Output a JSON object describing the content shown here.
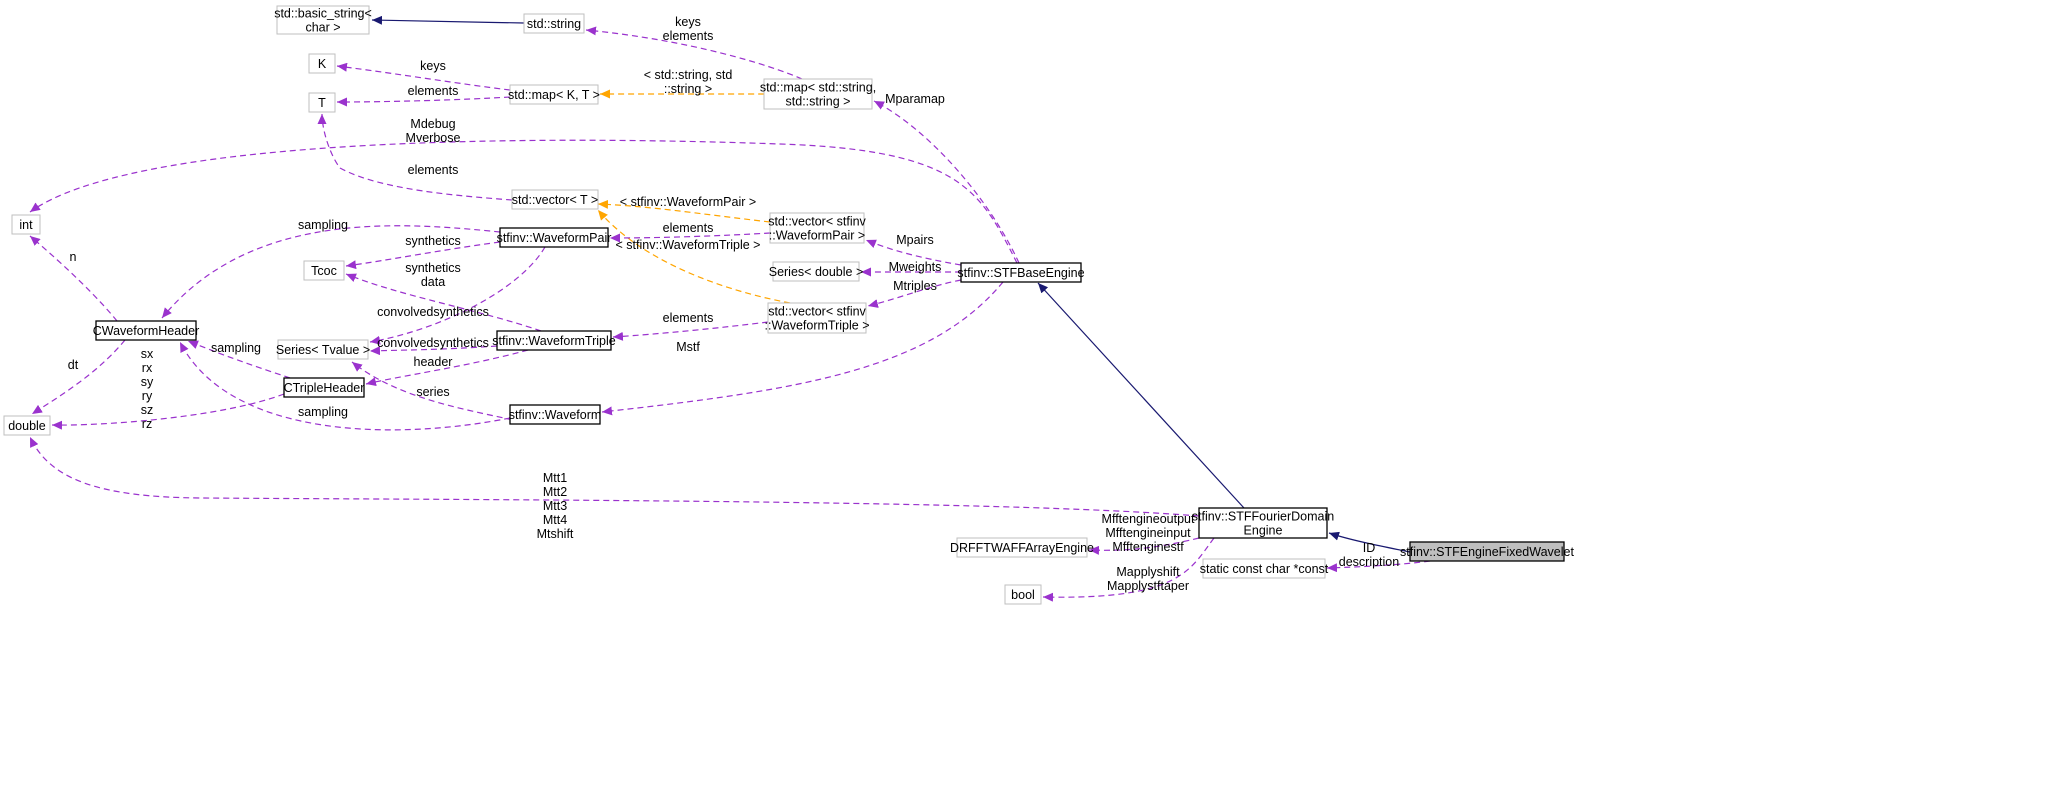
{
  "colors": {
    "inheritance": "#191970",
    "usage": "#9a32cd",
    "template": "#ffa500",
    "gray_border": "#bfbfbf",
    "focus_fill": "#bfbfbf"
  },
  "nodes": [
    {
      "id": "basic_string",
      "label": [
        "std::basic_string<",
        "char >"
      ],
      "style": "gray"
    },
    {
      "id": "std_string",
      "label": [
        "std::string"
      ],
      "style": "gray"
    },
    {
      "id": "K",
      "label": [
        "K"
      ],
      "style": "gray"
    },
    {
      "id": "T",
      "label": [
        "T"
      ],
      "style": "gray"
    },
    {
      "id": "map_KT",
      "label": [
        "std::map< K, T >"
      ],
      "style": "gray"
    },
    {
      "id": "map_string",
      "label": [
        "std::map< std::string,",
        "std::string >"
      ],
      "style": "gray"
    },
    {
      "id": "int",
      "label": [
        "int"
      ],
      "style": "gray"
    },
    {
      "id": "vector_T",
      "label": [
        "std::vector< T >"
      ],
      "style": "gray"
    },
    {
      "id": "vector_pair",
      "label": [
        "std::vector< stfinv",
        "::WaveformPair >"
      ],
      "style": "gray"
    },
    {
      "id": "waveform_pair",
      "label": [
        "stfinv::WaveformPair"
      ],
      "style": "black"
    },
    {
      "id": "tcoc",
      "label": [
        "Tcoc"
      ],
      "style": "gray"
    },
    {
      "id": "series_double",
      "label": [
        "Series< double >"
      ],
      "style": "gray"
    },
    {
      "id": "base_engine",
      "label": [
        "stfinv::STFBaseEngine"
      ],
      "style": "black"
    },
    {
      "id": "cwaveform_header",
      "label": [
        "CWaveformHeader"
      ],
      "style": "black"
    },
    {
      "id": "vector_triple",
      "label": [
        "std::vector< stfinv",
        "::WaveformTriple >"
      ],
      "style": "gray"
    },
    {
      "id": "series_tvalue",
      "label": [
        "Series< Tvalue >"
      ],
      "style": "gray"
    },
    {
      "id": "waveform_triple",
      "label": [
        "stfinv::WaveformTriple"
      ],
      "style": "black"
    },
    {
      "id": "ctriple_header",
      "label": [
        "CTripleHeader"
      ],
      "style": "black"
    },
    {
      "id": "double",
      "label": [
        "double"
      ],
      "style": "gray"
    },
    {
      "id": "waveform",
      "label": [
        "stfinv::Waveform"
      ],
      "style": "black"
    },
    {
      "id": "fourier_engine",
      "label": [
        "stfinv::STFFourierDomain",
        "Engine"
      ],
      "style": "black"
    },
    {
      "id": "drfftw",
      "label": [
        "DRFFTWAFFArrayEngine"
      ],
      "style": "gray"
    },
    {
      "id": "fixed_wavelet",
      "label": [
        "stfinv::STFEngineFixedWavelet"
      ],
      "style": "focus"
    },
    {
      "id": "static_char",
      "label": [
        "static const char *const"
      ],
      "style": "gray"
    },
    {
      "id": "bool",
      "label": [
        "bool"
      ],
      "style": "gray"
    }
  ],
  "edges": [
    {
      "from": "std_string",
      "to": "basic_string",
      "kind": "inheritance",
      "label": []
    },
    {
      "from": "map_string",
      "to": "std_string",
      "kind": "usage",
      "label": [
        "keys",
        "elements"
      ]
    },
    {
      "from": "map_KT",
      "to": "K",
      "kind": "usage",
      "label": [
        "keys"
      ]
    },
    {
      "from": "map_KT",
      "to": "T",
      "kind": "usage",
      "label": [
        "elements"
      ]
    },
    {
      "from": "map_string",
      "to": "map_KT",
      "kind": "template",
      "label": [
        "< std::string, std",
        "::string >"
      ]
    },
    {
      "from": "base_engine",
      "to": "map_string",
      "kind": "usage",
      "label": [
        "Mparamap"
      ]
    },
    {
      "from": "base_engine",
      "to": "int",
      "kind": "usage",
      "label": [
        "Mdebug",
        "Mverbose"
      ]
    },
    {
      "from": "vector_T",
      "to": "T",
      "kind": "usage",
      "label": [
        "elements"
      ]
    },
    {
      "from": "vector_pair",
      "to": "vector_T",
      "kind": "template",
      "label": [
        "< stfinv::WaveformPair >"
      ]
    },
    {
      "from": "vector_triple",
      "to": "vector_T",
      "kind": "template",
      "label": [
        "< stfinv::WaveformTriple >"
      ]
    },
    {
      "from": "vector_pair",
      "to": "waveform_pair",
      "kind": "usage",
      "label": [
        "elements"
      ]
    },
    {
      "from": "waveform_pair",
      "to": "cwaveform_header",
      "kind": "usage",
      "label": [
        "sampling"
      ]
    },
    {
      "from": "waveform_pair",
      "to": "tcoc",
      "kind": "usage",
      "label": [
        "synthetics"
      ]
    },
    {
      "from": "waveform_triple",
      "to": "tcoc",
      "kind": "usage",
      "label": [
        "synthetics",
        "data"
      ]
    },
    {
      "from": "waveform_pair",
      "to": "series_tvalue",
      "kind": "usage",
      "label": [
        "convolvedsynthetics"
      ]
    },
    {
      "from": "waveform_triple",
      "to": "series_tvalue",
      "kind": "usage",
      "label": [
        "convolvedsynthetics"
      ]
    },
    {
      "from": "waveform_triple",
      "to": "ctriple_header",
      "kind": "usage",
      "label": [
        "header"
      ]
    },
    {
      "from": "vector_triple",
      "to": "waveform_triple",
      "kind": "usage",
      "label": [
        "elements"
      ]
    },
    {
      "from": "base_engine",
      "to": "vector_pair",
      "kind": "usage",
      "label": [
        "Mpairs"
      ]
    },
    {
      "from": "base_engine",
      "to": "series_double",
      "kind": "usage",
      "label": [
        "Mweights"
      ]
    },
    {
      "from": "base_engine",
      "to": "vector_triple",
      "kind": "usage",
      "label": [
        "Mtriples"
      ]
    },
    {
      "from": "base_engine",
      "to": "waveform",
      "kind": "usage",
      "label": [
        "Mstf"
      ]
    },
    {
      "from": "cwaveform_header",
      "to": "int",
      "kind": "usage",
      "label": [
        "n"
      ]
    },
    {
      "from": "cwaveform_header",
      "to": "double",
      "kind": "usage",
      "label": [
        "dt"
      ]
    },
    {
      "from": "ctriple_header",
      "to": "cwaveform_header",
      "kind": "usage",
      "label": [
        "sampling"
      ]
    },
    {
      "from": "ctriple_header",
      "to": "double",
      "kind": "usage",
      "label": [
        "sx",
        "rx",
        "sy",
        "ry",
        "sz",
        "rz"
      ]
    },
    {
      "from": "waveform",
      "to": "series_tvalue",
      "kind": "usage",
      "label": [
        "series"
      ]
    },
    {
      "from": "waveform",
      "to": "cwaveform_header",
      "kind": "usage",
      "label": [
        "sampling"
      ]
    },
    {
      "from": "fourier_engine",
      "to": "base_engine",
      "kind": "inheritance",
      "label": []
    },
    {
      "from": "fourier_engine",
      "to": "double",
      "kind": "usage",
      "label": [
        "Mtt1",
        "Mtt2",
        "Mtt3",
        "Mtt4",
        "Mtshift"
      ]
    },
    {
      "from": "fourier_engine",
      "to": "drfftw",
      "kind": "usage",
      "label": [
        "Mfftengineoutput",
        "Mfftengineinput",
        "Mfftenginestf"
      ]
    },
    {
      "from": "fourier_engine",
      "to": "bool",
      "kind": "usage",
      "label": [
        "Mapplyshift",
        "Mapplystftaper"
      ]
    },
    {
      "from": "fixed_wavelet",
      "to": "fourier_engine",
      "kind": "inheritance",
      "label": []
    },
    {
      "from": "fixed_wavelet",
      "to": "static_char",
      "kind": "usage",
      "label": [
        "ID",
        "description"
      ]
    }
  ]
}
